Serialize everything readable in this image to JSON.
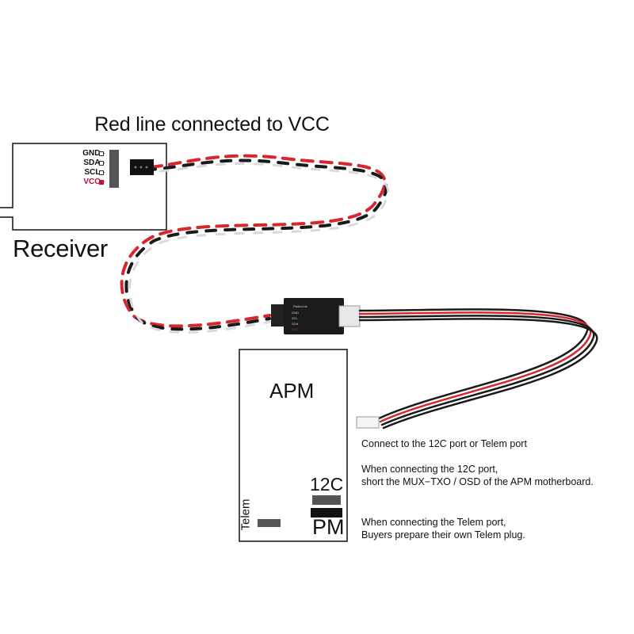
{
  "title": "Red line connected to VCC",
  "receiver": {
    "label": "Receiver",
    "pins": [
      "GND",
      "SDA",
      "SCL",
      "VCC"
    ],
    "vcc_color": "#c8102e"
  },
  "apm": {
    "label": "APM",
    "i2c_label": "12C",
    "pm_label": "PM",
    "telem_label": "Telem"
  },
  "notes": {
    "port": "Connect to the 12C port or Telem port",
    "i2c_line1": "When connecting the 12C port,",
    "i2c_line2": "short the MUX−TXO / OSD of the APM motherboard.",
    "telem_line1": "When connecting the Telem port,",
    "telem_line2": "Buyers prepare their own Telem plug."
  },
  "colors": {
    "wire_red": "#d8262e",
    "wire_black": "#1a1a1a",
    "wire_white": "#f2f2f2"
  }
}
